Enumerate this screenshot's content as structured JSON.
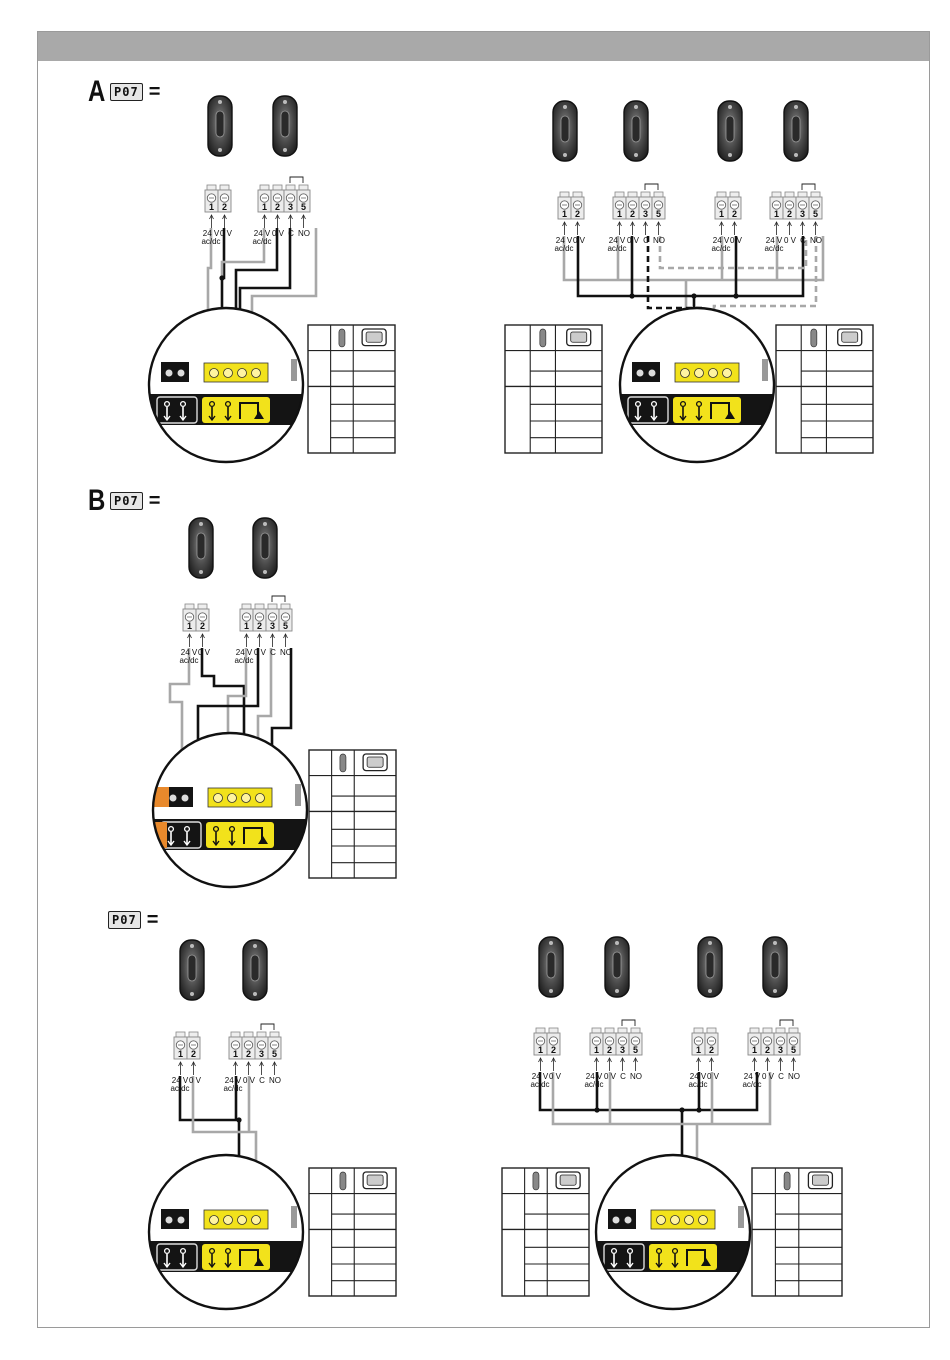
{
  "sections": [
    {
      "letter": "A",
      "param_code": "P07",
      "equals": "="
    },
    {
      "letter": "B",
      "param_code": "P07",
      "equals": "="
    },
    {
      "letter": "",
      "param_code": "P07",
      "equals": "="
    }
  ],
  "terminals": {
    "tx_numbers": [
      "1",
      "2"
    ],
    "rx_numbers": [
      "1",
      "2",
      "3",
      "5"
    ],
    "tx_labels": [
      "24 V",
      "ac/dc",
      "0 V"
    ],
    "rx_labels": [
      "24 V",
      "ac/dc",
      "0 V",
      "C",
      "NO"
    ]
  },
  "colors": {
    "board_yellow": "#f2e21b",
    "wire_black": "#111111",
    "wire_grey": "#a8a8a8",
    "board_orange": "#e8892c",
    "header_grey": "#a9a9a9"
  },
  "icons": [
    "photocell-icon",
    "terminal-block-icon",
    "control-board-icon",
    "table-photocell-icon",
    "table-motor-icon"
  ]
}
